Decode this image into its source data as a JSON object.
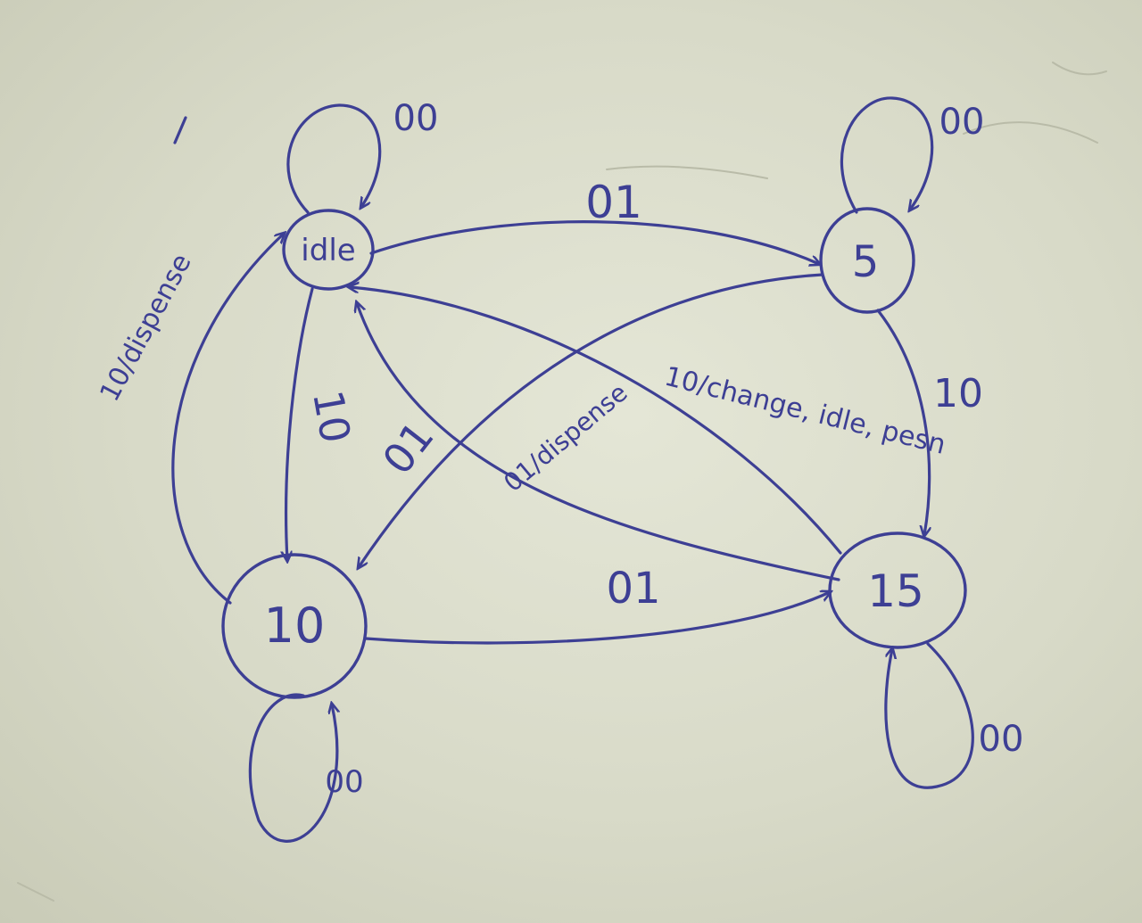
{
  "states": {
    "idle": "idle",
    "s5": "5",
    "s10": "10",
    "s15": "15"
  },
  "transitions": {
    "idle_self": "00",
    "idle_to_5": "01",
    "idle_to_10": "10",
    "s5_self": "00",
    "s5_to_15": "10",
    "s5_to_10": "01",
    "s10_self": "00",
    "s10_to_15": "01",
    "s10_to_idle": "10/dispense",
    "s15_self": "00",
    "s15_to_idle_a": "10/change, idle, pesn",
    "s15_to_idle_b": "01/dispense"
  },
  "colors": {
    "ink": "#3d3f94",
    "paper": "#dfe1d0"
  }
}
